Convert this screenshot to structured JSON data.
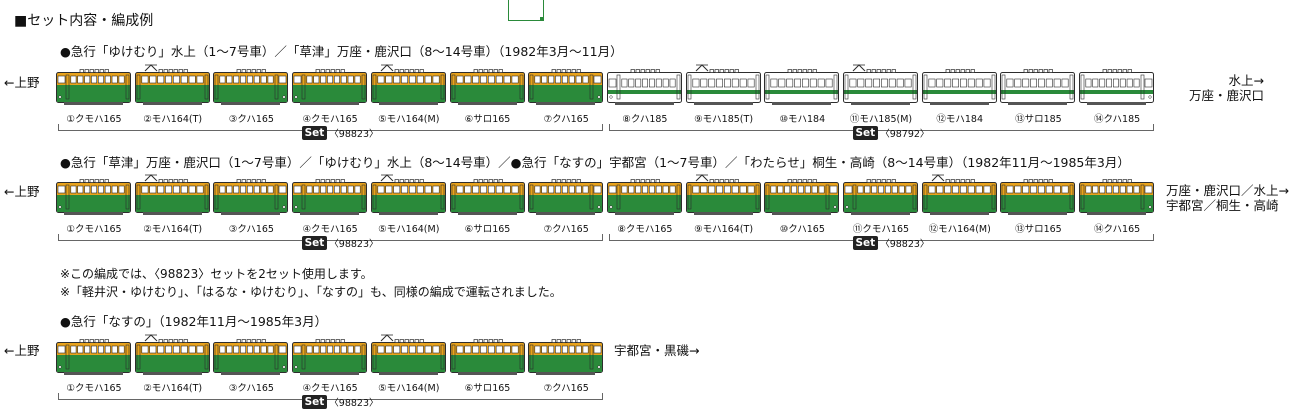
{
  "title": "■セット内容・編成例",
  "colors": {
    "orange": "#e9a31c",
    "green": "#2a8a3a",
    "white": "#ffffff",
    "outline": "#2d2d2d",
    "window": "#ffffff"
  },
  "sections": [
    {
      "heading": "●急行「ゆけむり」水上（1～7号車）／「草津」万座・鹿沢口（8～14号車）（1982年3月～11月）",
      "left_dest": "←上野",
      "right_dest": [
        "水上→",
        "万座・鹿沢口"
      ],
      "cars": [
        {
          "label": "①クモハ165",
          "scheme": "orange-green",
          "front": "left",
          "pantograph": false
        },
        {
          "label": "②モハ164(T)",
          "scheme": "orange-green",
          "front": null,
          "pantograph": true
        },
        {
          "label": "③クハ165",
          "scheme": "orange-green",
          "front": "right",
          "pantograph": false
        },
        {
          "label": "④クモハ165",
          "scheme": "orange-green",
          "front": "left",
          "pantograph": false
        },
        {
          "label": "⑤モハ164(M)",
          "scheme": "orange-green",
          "front": null,
          "pantograph": true
        },
        {
          "label": "⑥サロ165",
          "scheme": "orange-green",
          "front": null,
          "pantograph": false
        },
        {
          "label": "⑦クハ165",
          "scheme": "orange-green",
          "front": "right",
          "pantograph": false
        },
        {
          "label": "⑧クハ185",
          "scheme": "white-green",
          "front": "left",
          "pantograph": false
        },
        {
          "label": "⑨モハ185(T)",
          "scheme": "white-green",
          "front": null,
          "pantograph": true
        },
        {
          "label": "⑩モハ184",
          "scheme": "white-green",
          "front": null,
          "pantograph": false
        },
        {
          "label": "⑪モハ185(M)",
          "scheme": "white-green",
          "front": null,
          "pantograph": true
        },
        {
          "label": "⑫モハ184",
          "scheme": "white-green",
          "front": null,
          "pantograph": false
        },
        {
          "label": "⑬サロ185",
          "scheme": "white-green",
          "front": null,
          "pantograph": false
        },
        {
          "label": "⑭クハ185",
          "scheme": "white-green",
          "front": "right",
          "pantograph": false
        }
      ],
      "sets": [
        {
          "badge": "Set",
          "number": "〈98823〉",
          "from": 0,
          "to": 6
        },
        {
          "badge": "Set",
          "number": "〈98792〉",
          "from": 7,
          "to": 13
        }
      ]
    },
    {
      "heading": "●急行「草津」万座・鹿沢口（1～7号車）／「ゆけむり」水上（8～14号車）／●急行「なすの」宇都宮（1～7号車）／「わたらせ」桐生・高崎（8～14号車）（1982年11月～1985年3月）",
      "left_dest": "←上野",
      "right_dest": [
        "万座・鹿沢口／水上→",
        "宇都宮／桐生・高崎"
      ],
      "cars": [
        {
          "label": "①クモハ165",
          "scheme": "orange-green",
          "front": "left",
          "pantograph": false
        },
        {
          "label": "②モハ164(T)",
          "scheme": "orange-green",
          "front": null,
          "pantograph": true
        },
        {
          "label": "③クハ165",
          "scheme": "orange-green",
          "front": "right",
          "pantograph": false
        },
        {
          "label": "④クモハ165",
          "scheme": "orange-green",
          "front": "left",
          "pantograph": false
        },
        {
          "label": "⑤モハ164(M)",
          "scheme": "orange-green",
          "front": null,
          "pantograph": true
        },
        {
          "label": "⑥サロ165",
          "scheme": "orange-green",
          "front": null,
          "pantograph": false
        },
        {
          "label": "⑦クハ165",
          "scheme": "orange-green",
          "front": "right",
          "pantograph": false
        },
        {
          "label": "⑧クモハ165",
          "scheme": "orange-green",
          "front": "left",
          "pantograph": false
        },
        {
          "label": "⑨モハ164(T)",
          "scheme": "orange-green",
          "front": null,
          "pantograph": true
        },
        {
          "label": "⑩クハ165",
          "scheme": "orange-green",
          "front": "right",
          "pantograph": false
        },
        {
          "label": "⑪クモハ165",
          "scheme": "orange-green",
          "front": "left",
          "pantograph": false
        },
        {
          "label": "⑫モハ164(M)",
          "scheme": "orange-green",
          "front": null,
          "pantograph": true
        },
        {
          "label": "⑬サロ165",
          "scheme": "orange-green",
          "front": null,
          "pantograph": false
        },
        {
          "label": "⑭クハ165",
          "scheme": "orange-green",
          "front": "right",
          "pantograph": false
        }
      ],
      "sets": [
        {
          "badge": "Set",
          "number": "〈98823〉",
          "from": 0,
          "to": 6
        },
        {
          "badge": "Set",
          "number": "〈98823〉",
          "from": 7,
          "to": 13
        }
      ]
    },
    {
      "heading": "●急行「なすの」（1982年11月～1985年3月）",
      "left_dest": "←上野",
      "right_dest": [
        "宇都宮・黒磯→"
      ],
      "cars": [
        {
          "label": "①クモハ165",
          "scheme": "orange-green",
          "front": "left",
          "pantograph": false
        },
        {
          "label": "②モハ164(T)",
          "scheme": "orange-green",
          "front": null,
          "pantograph": true
        },
        {
          "label": "③クハ165",
          "scheme": "orange-green",
          "front": "right",
          "pantograph": false
        },
        {
          "label": "④クモハ165",
          "scheme": "orange-green",
          "front": "left",
          "pantograph": false
        },
        {
          "label": "⑤モハ164(M)",
          "scheme": "orange-green",
          "front": null,
          "pantograph": true
        },
        {
          "label": "⑥サロ165",
          "scheme": "orange-green",
          "front": null,
          "pantograph": false
        },
        {
          "label": "⑦クハ165",
          "scheme": "orange-green",
          "front": "right",
          "pantograph": false
        }
      ],
      "sets": [
        {
          "badge": "Set",
          "number": "〈98823〉",
          "from": 0,
          "to": 6
        }
      ]
    }
  ],
  "notes": [
    "※この編成では、〈98823〉セットを2セット使用します。",
    "※「軽井沢・ゆけむり」、「はるな・ゆけむり」、「なすの」も、同様の編成で運転されました。"
  ]
}
